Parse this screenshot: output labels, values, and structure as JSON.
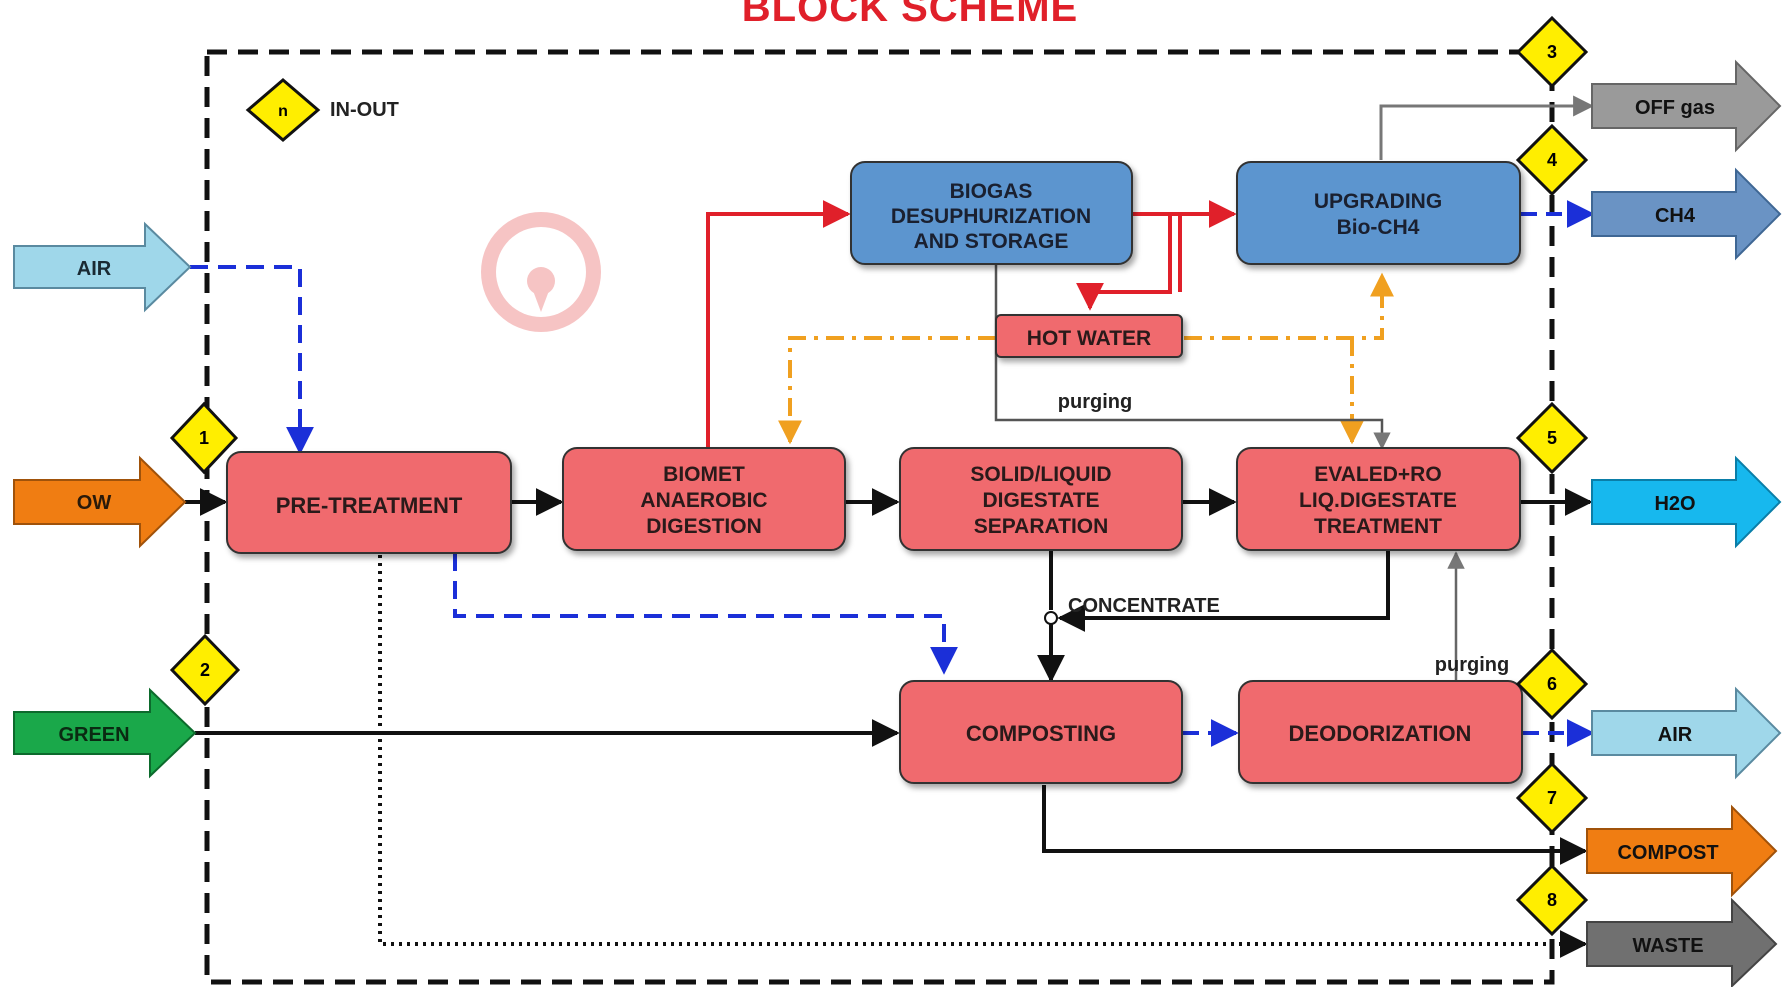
{
  "title": "BLOCK SCHEME",
  "legend": {
    "marker": "n",
    "label": "IN-OUT"
  },
  "processes": {
    "pretreatment": [
      "PRE-TREATMENT"
    ],
    "anaerobic": [
      "BIOMET",
      "ANAEROBIC",
      "DIGESTION"
    ],
    "separation": [
      "SOLID/LIQUID",
      "DIGESTATE",
      "SEPARATION"
    ],
    "evaled": [
      "EVALED+RO",
      "LIQ.DIGESTATE",
      "TREATMENT"
    ],
    "biogas": [
      "BIOGAS",
      "DESUPHURIZATION",
      "AND STORAGE"
    ],
    "upgrading": [
      "UPGRADING",
      "Bio-CH4"
    ],
    "hotwater": [
      "HOT WATER"
    ],
    "composting": [
      "COMPOSTING"
    ],
    "deodorization": [
      "DEODORIZATION"
    ]
  },
  "inputs": {
    "air": "AIR",
    "ow": "OW",
    "green": "GREEN"
  },
  "outputs": {
    "offgas": "OFF gas",
    "ch4": "CH4",
    "h2o": "H2O",
    "air": "AIR",
    "compost": "COMPOST",
    "waste": "WASTE"
  },
  "markers": [
    "1",
    "2",
    "3",
    "4",
    "5",
    "6",
    "7",
    "8"
  ],
  "flow_labels": {
    "purging_top": "purging",
    "concentrate": "CONCENTRATE",
    "purging_bottom": "purging"
  },
  "colors": {
    "title": "#e0202a",
    "process": "#f06a6e",
    "gas_process": "#5b95cf",
    "marker": "#ffee00",
    "air_arrow": "#9fd7ea",
    "ow_arrow": "#f07d12",
    "green_arrow": "#1aa84a",
    "offgas_arrow": "#9a9a9a",
    "ch4_arrow": "#6a93c4",
    "h2o_arrow": "#17b8ee",
    "compost_arrow": "#f07d12",
    "waste_arrow": "#707070",
    "biogas_line": "#e0202a",
    "heat_line": "#f0a020",
    "air_line": "#1b2fd8"
  }
}
